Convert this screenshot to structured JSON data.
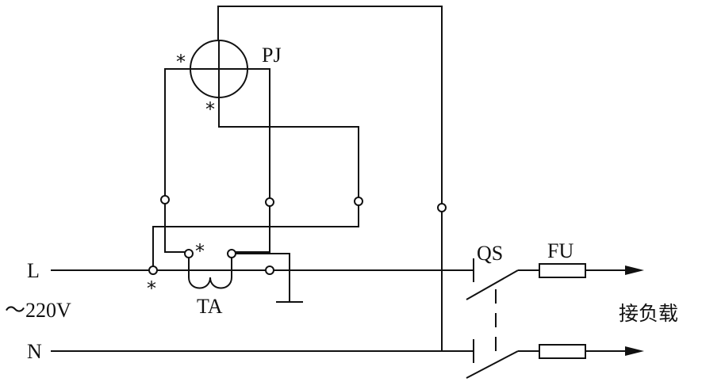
{
  "labels": {
    "line_L": "L",
    "line_N": "N",
    "voltage": "～220V",
    "meter": "PJ",
    "transformer": "TA",
    "switch": "QS",
    "fuse": "FU",
    "load": "接负载",
    "polarity_mark": "*"
  }
}
